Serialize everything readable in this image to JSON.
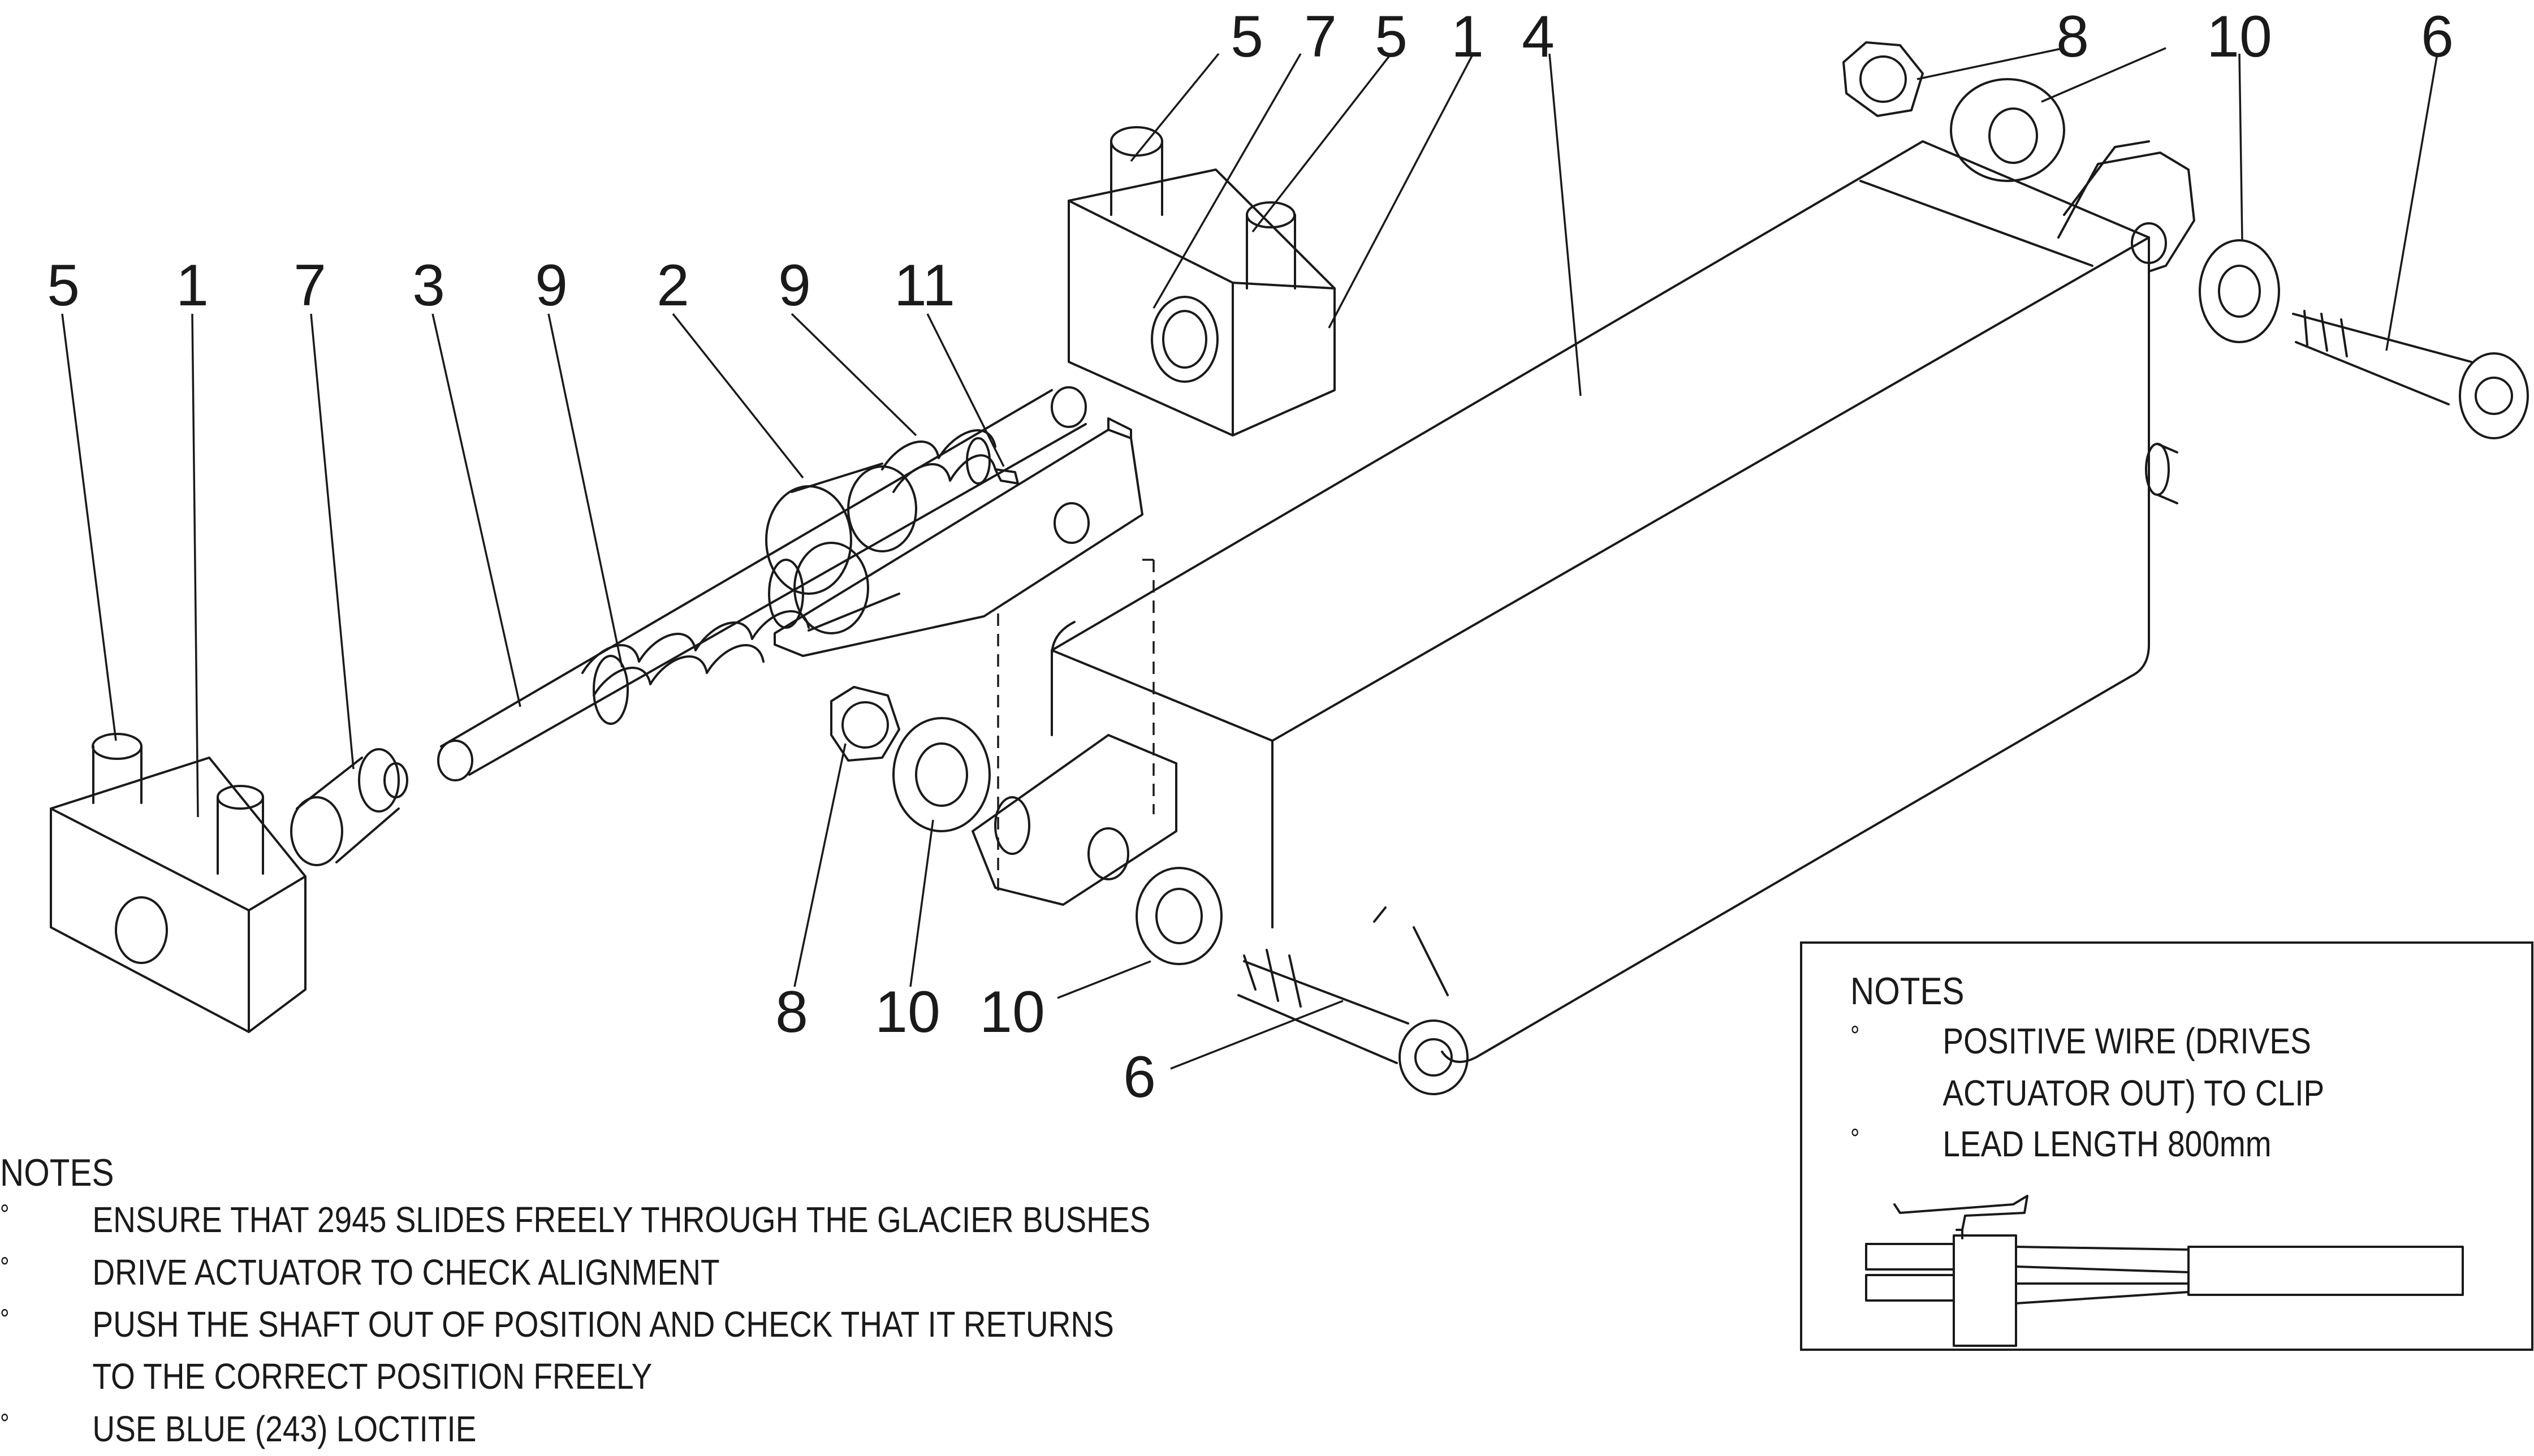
{
  "callouts": [
    {
      "id": "c5a",
      "label": "5"
    },
    {
      "id": "c7a",
      "label": "7"
    },
    {
      "id": "c5b",
      "label": "5"
    },
    {
      "id": "c1a",
      "label": "1"
    },
    {
      "id": "c4",
      "label": "4"
    },
    {
      "id": "c8a",
      "label": "8"
    },
    {
      "id": "c10a",
      "label": "10"
    },
    {
      "id": "c6a",
      "label": "6"
    },
    {
      "id": "c5c",
      "label": "5"
    },
    {
      "id": "c1b",
      "label": "1"
    },
    {
      "id": "c7b",
      "label": "7"
    },
    {
      "id": "c3",
      "label": "3"
    },
    {
      "id": "c9a",
      "label": "9"
    },
    {
      "id": "c2",
      "label": "2"
    },
    {
      "id": "c9b",
      "label": "9"
    },
    {
      "id": "c11",
      "label": "11"
    },
    {
      "id": "c8b",
      "label": "8"
    },
    {
      "id": "c10b",
      "label": "10"
    },
    {
      "id": "c10c",
      "label": "10"
    },
    {
      "id": "c6b",
      "label": "6"
    }
  ],
  "notes_left": {
    "title": "NOTES",
    "bullet": "°",
    "items": [
      "ENSURE THAT 2945 SLIDES FREELY THROUGH THE GLACIER BUSHES",
      "DRIVE ACTUATOR TO CHECK ALIGNMENT",
      "PUSH THE SHAFT OUT OF POSITION AND CHECK THAT IT RETURNS",
      "TO THE CORRECT POSITION FREELY",
      "USE BLUE (243) LOCTITIE"
    ]
  },
  "notes_right": {
    "title": "NOTES",
    "bullet": "°",
    "items": [
      "POSITIVE WIRE (DRIVES",
      "ACTUATOR OUT)  TO CLIP",
      "LEAD LENGTH 800mm"
    ]
  }
}
